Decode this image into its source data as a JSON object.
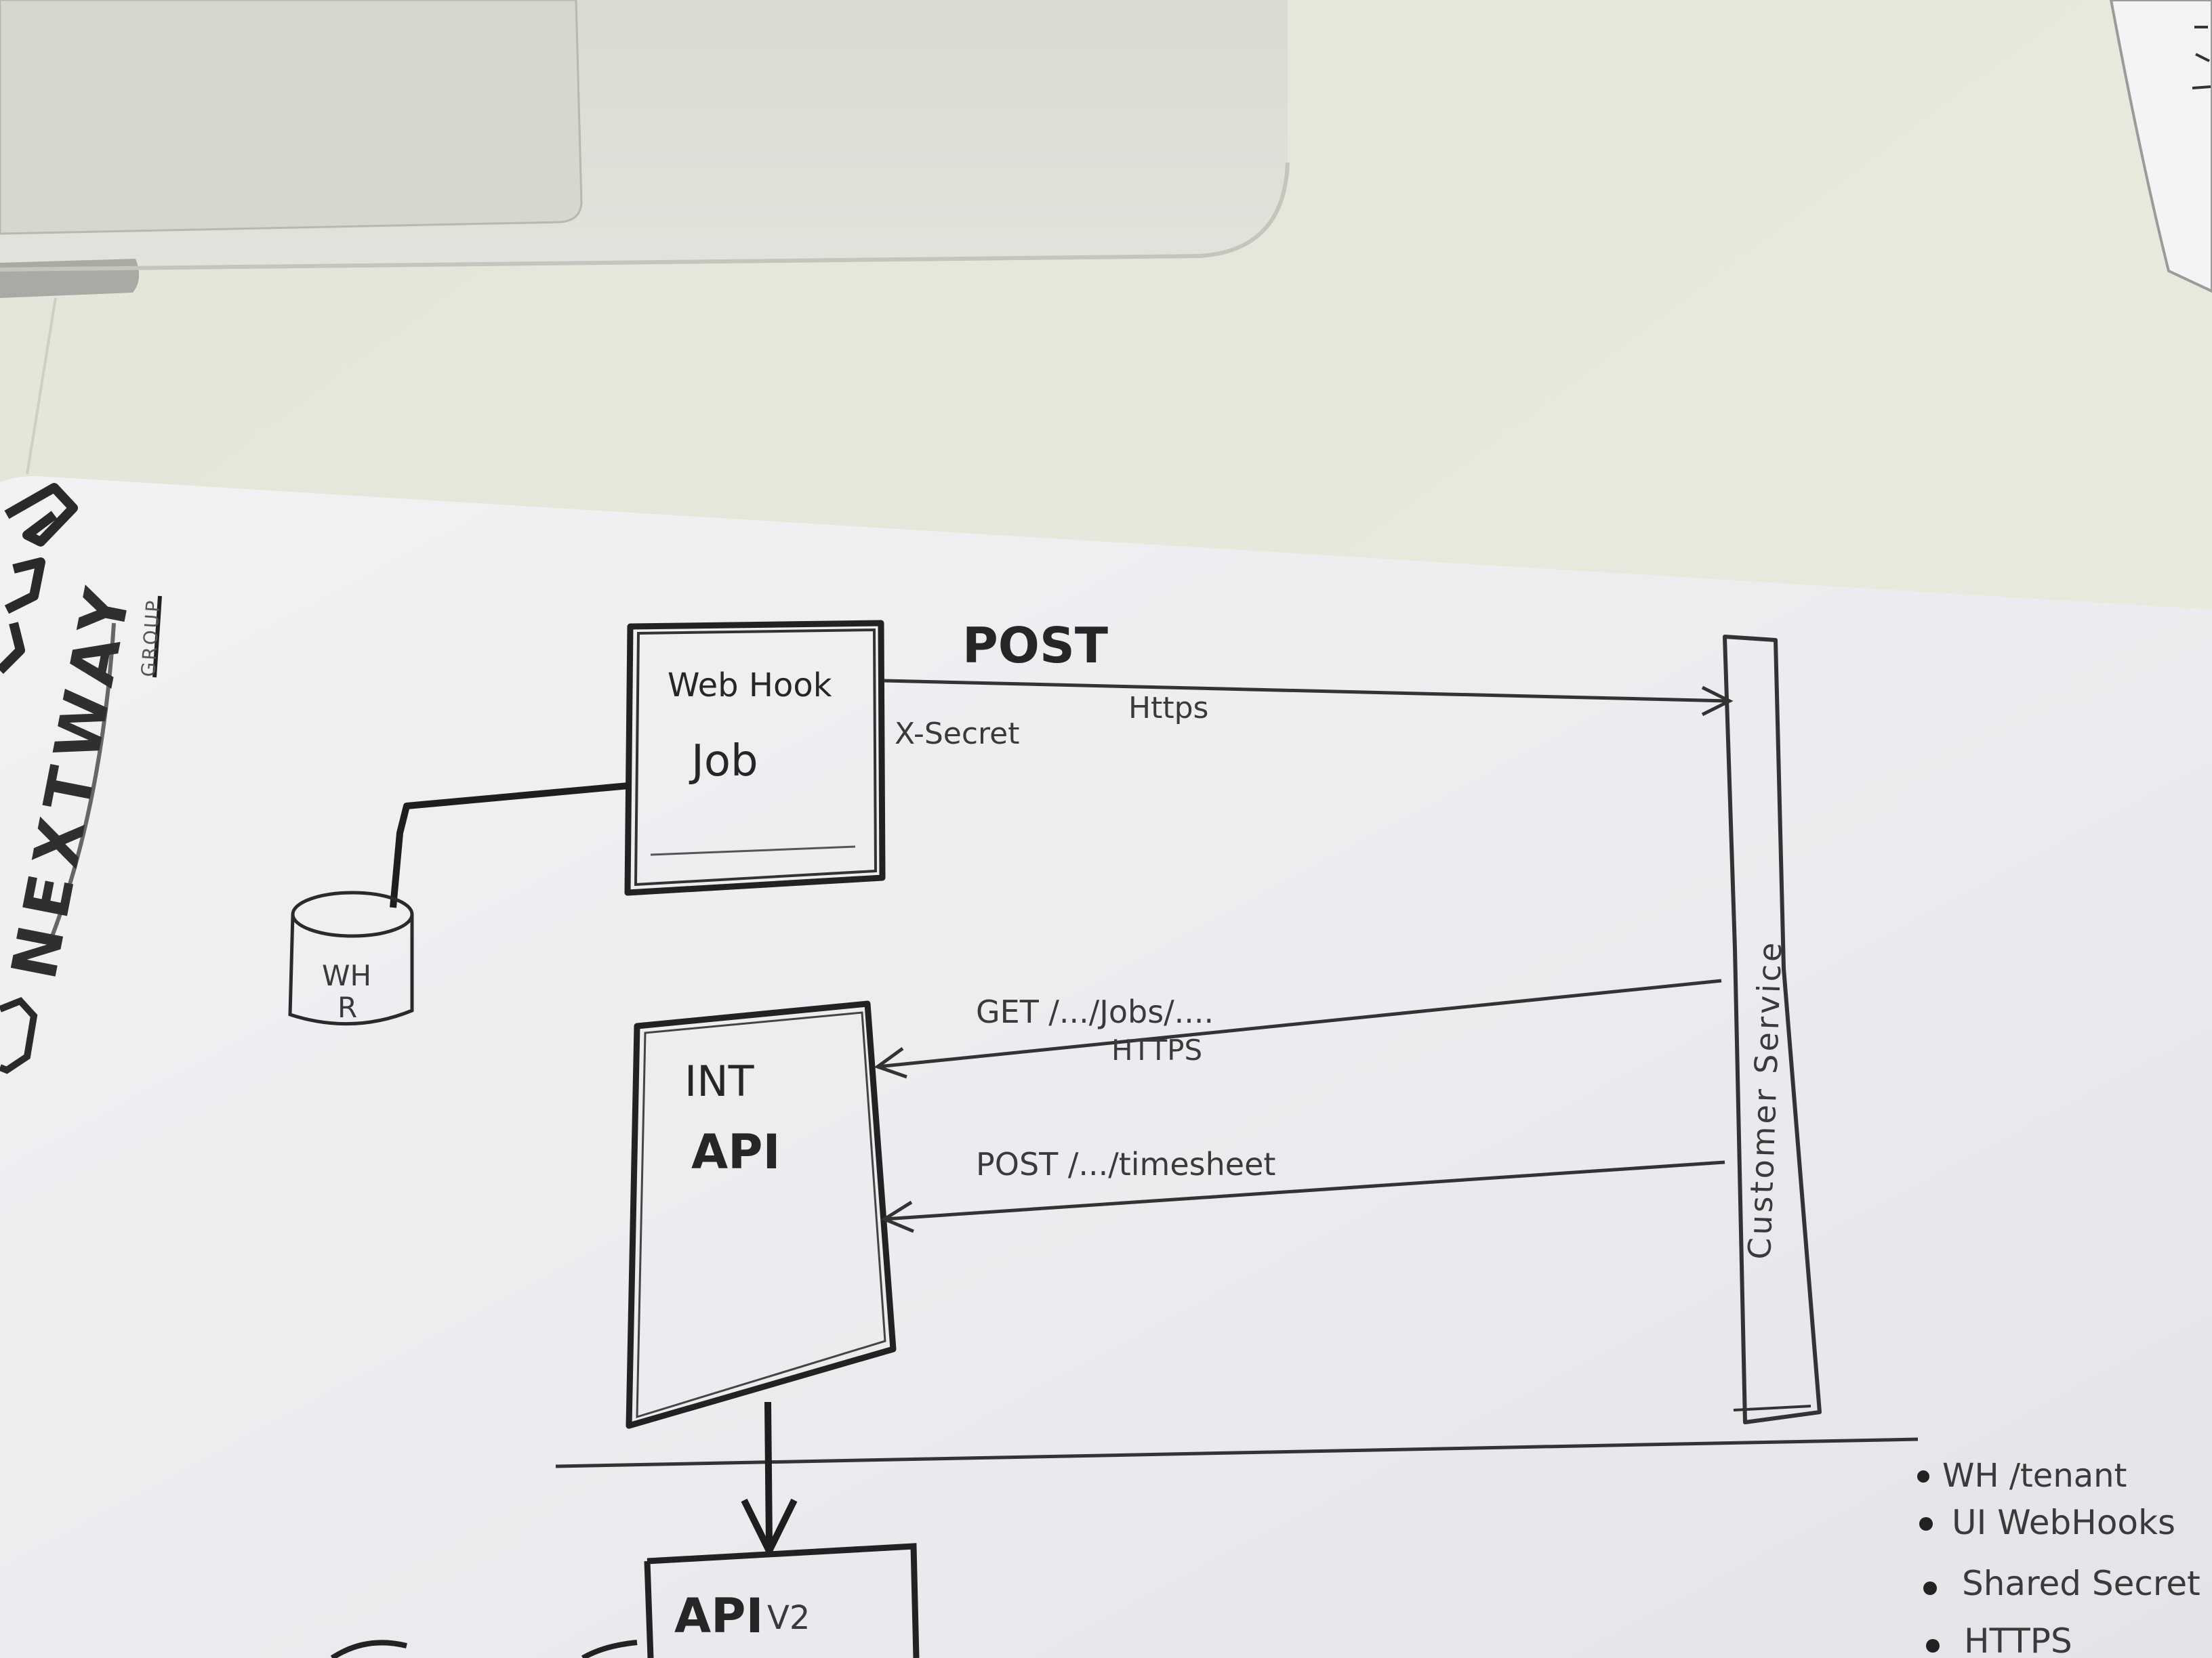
{
  "logo": {
    "brand": "NEXTWAY",
    "sub": "GROUP"
  },
  "diagram": {
    "webhook_job": {
      "line1": "Web Hook",
      "line2": "Job"
    },
    "arrow_post": {
      "verb": "POST",
      "protocol": "Https"
    },
    "secret_header": "X-Secret",
    "database": {
      "line1": "WH",
      "line2": "R"
    },
    "customer_service": "Customer Service",
    "arrow_get": {
      "label": "GET /.../Jobs/....",
      "protocol": "HTTPS"
    },
    "int_api": {
      "line1": "INT",
      "line2": "API"
    },
    "arrow_post_timesheet": {
      "label": "POST /.../timesheet"
    },
    "api_v2": {
      "name": "API",
      "version": "V2"
    }
  },
  "notes": {
    "items": [
      "WH /tenant",
      "UI WebHooks",
      "Shared Secret",
      "HTTPS"
    ]
  }
}
